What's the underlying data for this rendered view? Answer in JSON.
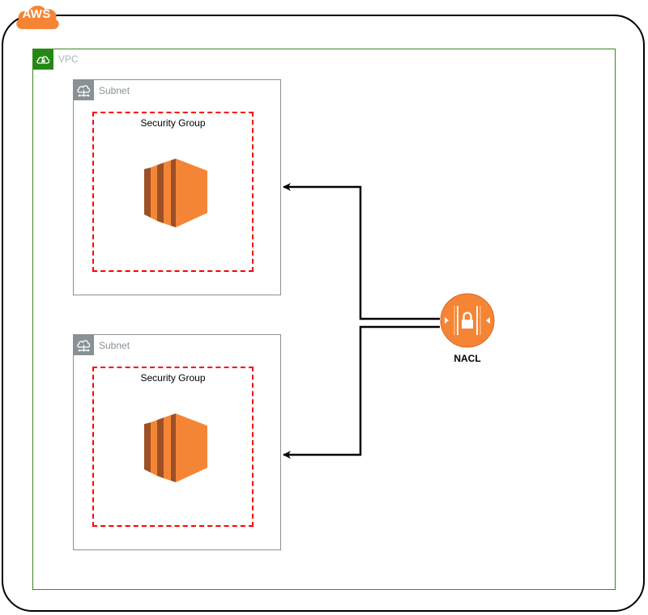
{
  "aws": {
    "badge_label": "AWS",
    "frame_color": "#000000",
    "badge_color": "#f58534"
  },
  "vpc": {
    "label": "VPC",
    "border_color": "#3f8624",
    "icon": "vpc-lock-cloud-icon"
  },
  "subnets": [
    {
      "label": "Subnet",
      "icon": "subnet-cloud-icon",
      "security_group": {
        "label": "Security Group",
        "border_color": "#ff0000"
      },
      "instance_icon": "ec2-instance-icon"
    },
    {
      "label": "Subnet",
      "icon": "subnet-cloud-icon",
      "security_group": {
        "label": "Security Group",
        "border_color": "#ff0000"
      },
      "instance_icon": "ec2-instance-icon"
    }
  ],
  "nacl": {
    "label": "NACL",
    "icon": "nacl-lock-icon",
    "color": "#f58534"
  },
  "connections": [
    {
      "from": "NACL",
      "to": "Subnet 1"
    },
    {
      "from": "NACL",
      "to": "Subnet 2"
    }
  ]
}
